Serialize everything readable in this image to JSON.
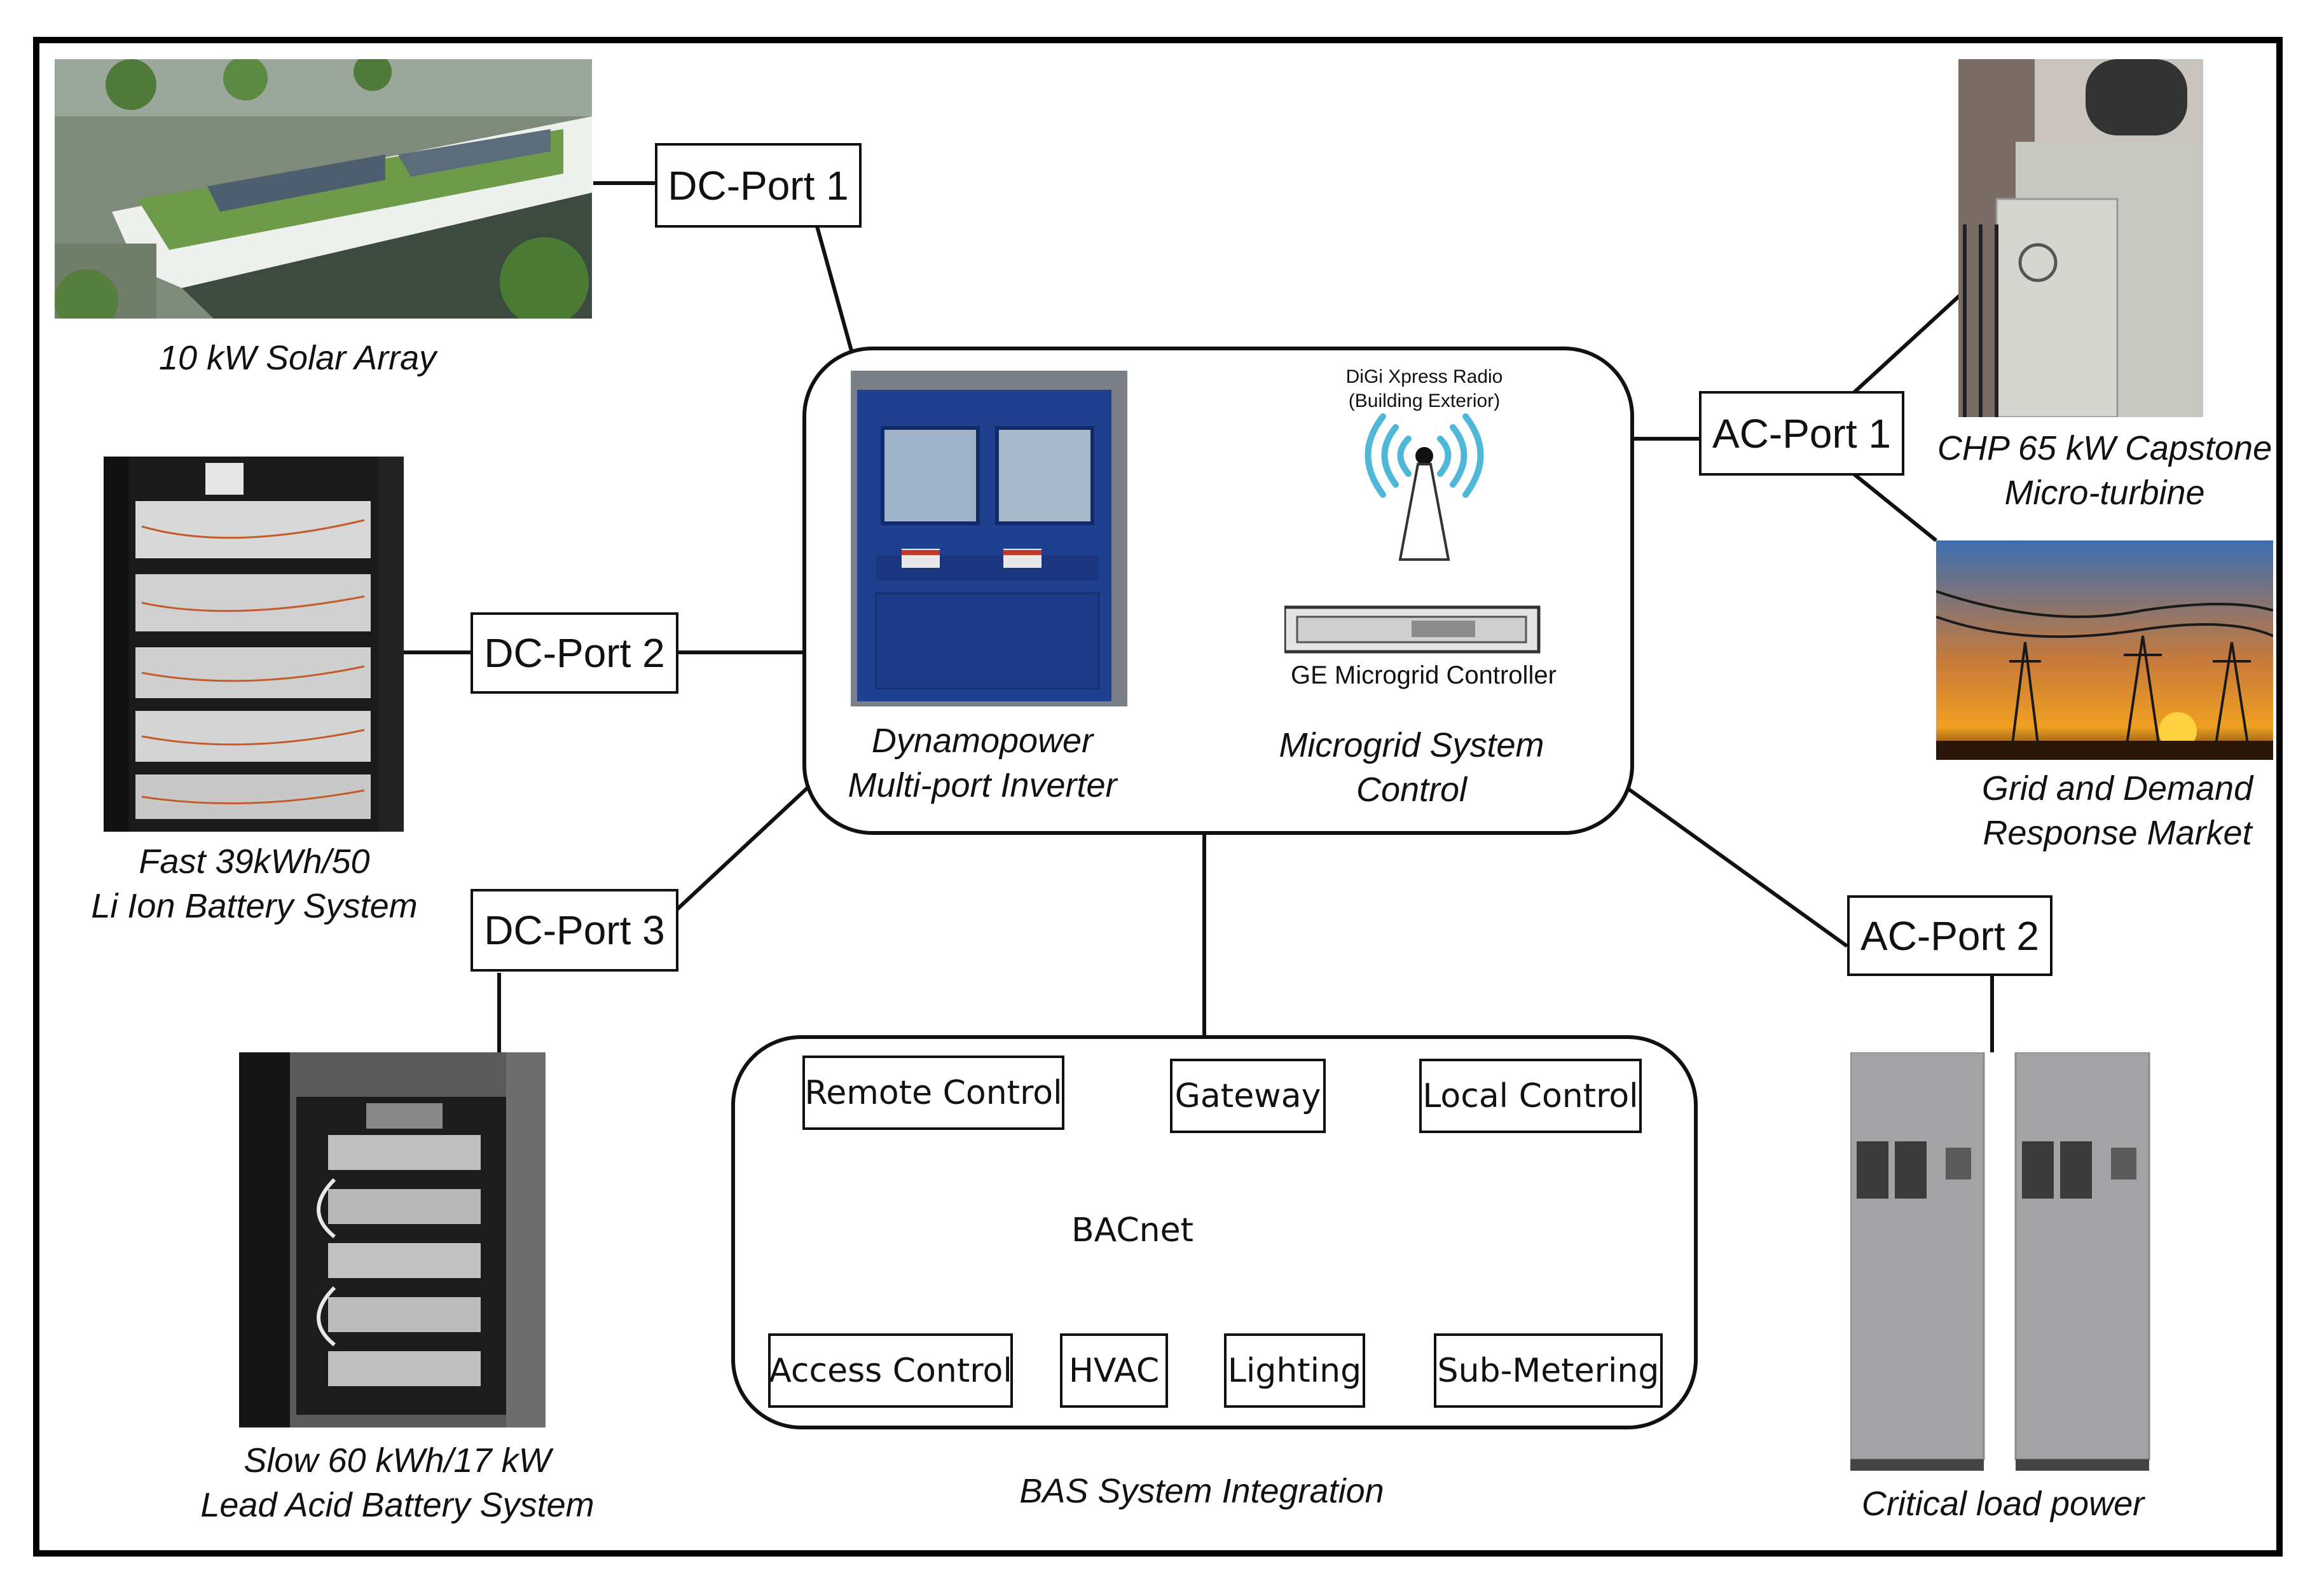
{
  "ports": {
    "dc1": "DC-Port 1",
    "dc2": "DC-Port 2",
    "dc3": "DC-Port 3",
    "ac1": "AC-Port 1",
    "ac2": "AC-Port 2"
  },
  "captions": {
    "solar": "10 kW Solar Array",
    "li_ion_line1": "Fast 39kWh/50",
    "li_ion_line2": "Li Ion Battery System",
    "lead_acid_line1": "Slow 60 kWh/17 kW",
    "lead_acid_line2": "Lead Acid Battery System",
    "inverter_line1": "Dynamopower",
    "inverter_line2": "Multi-port Inverter",
    "control_line1": "Microgrid System",
    "control_line2": "Control",
    "chp_line1": "CHP 65 kW Capstone",
    "chp_line2": "Micro-turbine",
    "grid_line1": "Grid and Demand",
    "grid_line2": "Response Market",
    "critical": "Critical load power",
    "bas": "BAS System Integration"
  },
  "controller_graphic": {
    "radio_label_line1": "DiGi Xpress Radio",
    "radio_label_line2": "(Building Exterior)",
    "controller_label": "GE Microgrid Controller"
  },
  "bas": {
    "remote_control": "Remote Control",
    "gateway": "Gateway",
    "local_control": "Local Control",
    "bus": "BACnet",
    "access_control": "Access Control",
    "hvac": "HVAC",
    "lighting": "Lighting",
    "sub_metering": "Sub-Metering"
  }
}
